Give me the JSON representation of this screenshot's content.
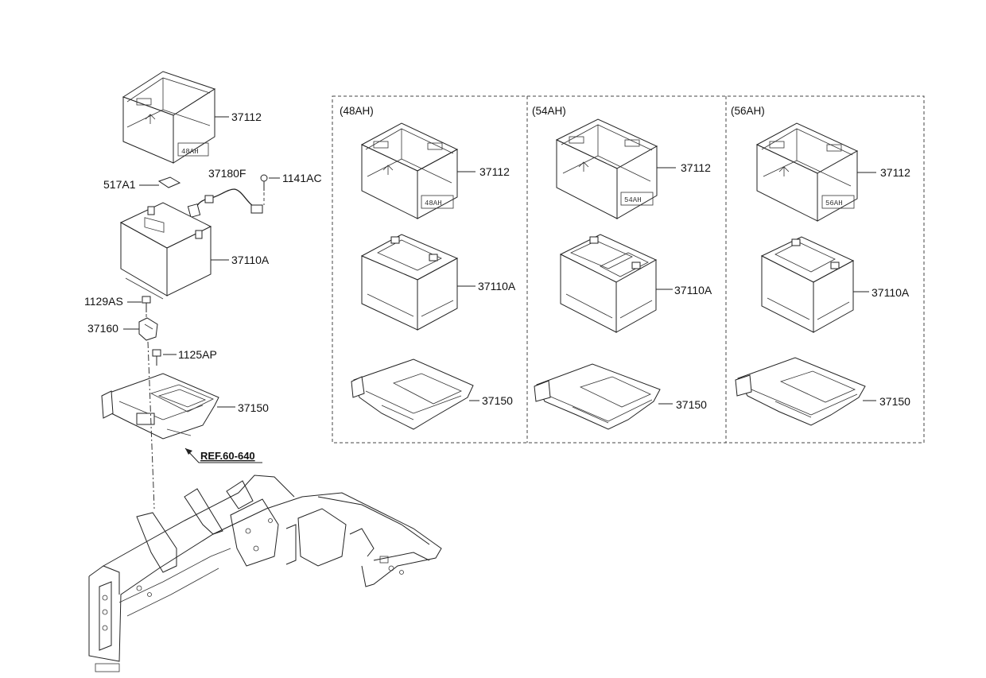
{
  "parts": {
    "left_tray_cover": "37112",
    "label_sticker": "517A1",
    "cable": "37180F",
    "bolt_top": "1141AC",
    "battery": "37110A",
    "bolt_bracket": "1129AS",
    "bracket": "37160",
    "bolt_tray": "1125AP",
    "tray": "37150",
    "reference": "REF.60-640"
  },
  "variants": [
    {
      "capacity": "(48AH)",
      "cover": "37112",
      "battery": "37110A",
      "tray": "37150",
      "cover_marking": "48AH"
    },
    {
      "capacity": "(54AH)",
      "cover": "37112",
      "battery": "37110A",
      "tray": "37150",
      "cover_marking": "54AH"
    },
    {
      "capacity": "(56AH)",
      "cover": "37112",
      "battery": "37110A",
      "tray": "37150",
      "cover_marking": "56AH"
    }
  ],
  "colors": {
    "line": "#222222",
    "background": "#ffffff"
  }
}
